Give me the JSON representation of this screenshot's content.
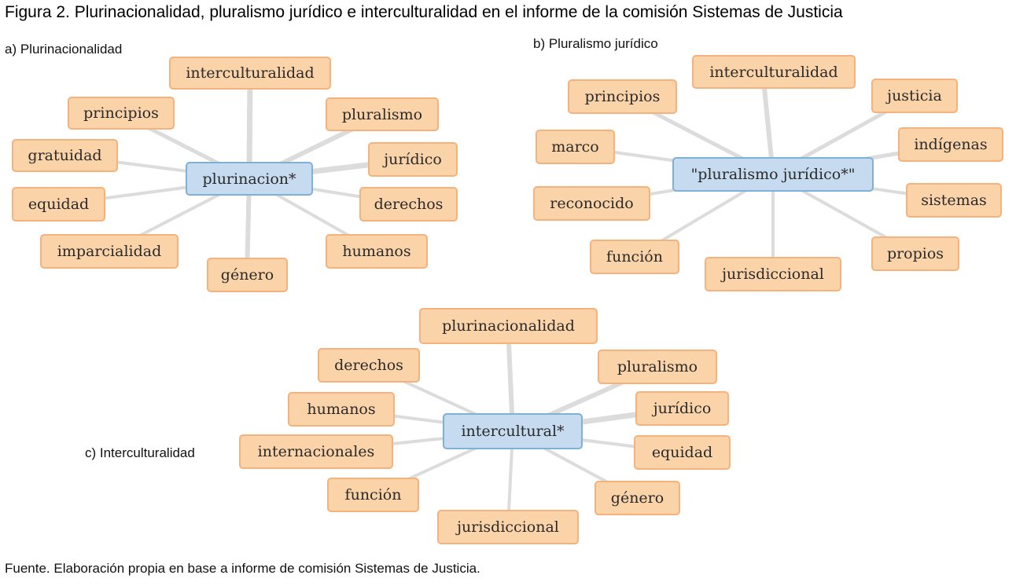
{
  "figure": {
    "title": "Figura 2. Plurinacionalidad, pluralismo jurídico e interculturalidad en el informe de la comisión Sistemas de Justicia",
    "source": "Fuente. Elaboración propia en base a informe de comisión Sistemas de Justicia."
  },
  "panels": [
    {
      "label": "a) Plurinacionalidad",
      "center": "plurinacion*",
      "terms": [
        "interculturalidad",
        "principios",
        "pluralismo",
        "gratuidad",
        "jurídico",
        "equidad",
        "derechos",
        "imparcialidad",
        "humanos",
        "género"
      ]
    },
    {
      "label": "b) Pluralismo jurídico",
      "center": "\"pluralismo jurídico*\"",
      "terms": [
        "interculturalidad",
        "principios",
        "justicia",
        "marco",
        "indígenas",
        "reconocido",
        "sistemas",
        "función",
        "propios",
        "jurisdiccional"
      ]
    },
    {
      "label": "c) Interculturalidad",
      "center": "intercultural*",
      "terms": [
        "plurinacionalidad",
        "derechos",
        "pluralismo",
        "humanos",
        "jurídico",
        "internacionales",
        "equidad",
        "función",
        "género",
        "jurisdiccional"
      ]
    }
  ],
  "colors": {
    "term_fill": "#fbd3a9",
    "term_border": "#f4b27d",
    "center_fill": "#c6dbef",
    "center_border": "#7fb0d6",
    "edge": "#dcdcdc"
  }
}
